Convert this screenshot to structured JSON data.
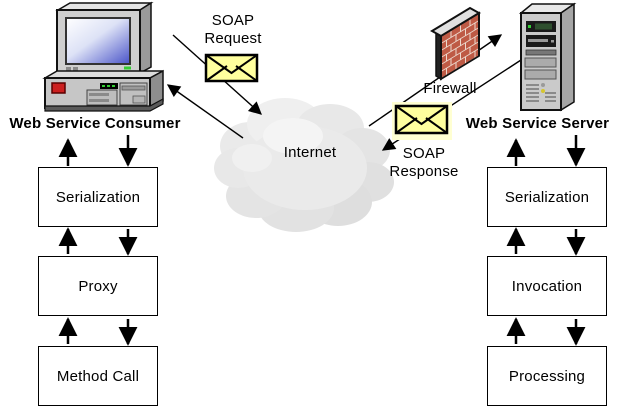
{
  "consumer": {
    "label": "Web Service Consumer",
    "layers": [
      "Serialization",
      "Proxy",
      "Method Call"
    ]
  },
  "server": {
    "label": "Web Service Server",
    "layers": [
      "Serialization",
      "Invocation",
      "Processing"
    ]
  },
  "network": {
    "internet_label": "Internet",
    "firewall_label": "Firewall",
    "soap_request_label": "SOAP\nRequest",
    "soap_response_label": "SOAP\nResponse"
  },
  "colors": {
    "envelope_fill": "#FFFF9E",
    "envelope_halo": "#FFFFD2",
    "brick_red": "#BE5A45",
    "mortar": "#ECD9CE",
    "cloud_gray": "#E8E8E8",
    "screen_blue": "#4953C8",
    "power_button_red": "#CC1F1F",
    "led_green": "#33CC33",
    "outline": "#000000"
  }
}
